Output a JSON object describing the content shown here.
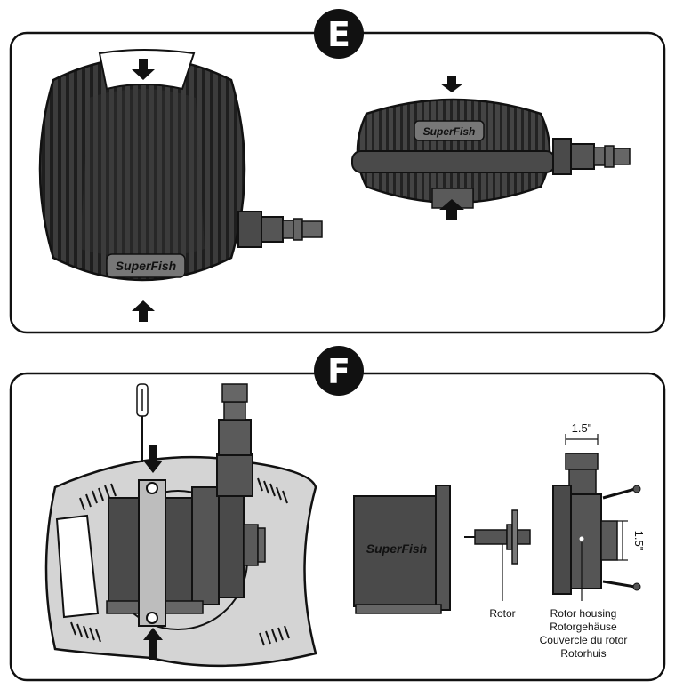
{
  "panel_e": {
    "badge": "E",
    "pump_top_logo": "SuperFish",
    "pump_side_logo": "SuperFish"
  },
  "panel_f": {
    "badge": "F",
    "pump_body_logo": "SuperFish",
    "dimension_width": "1.5\"",
    "dimension_height": "1.5\"",
    "rotor_label": "Rotor",
    "rotor_housing_labels": [
      "Rotor housing",
      "Rotorgehäuse",
      "Couvercle du rotor",
      "Rotorhuis"
    ]
  },
  "colors": {
    "pump_dark": "#3a3a3a",
    "pump_mid": "#5a5a5a",
    "panel_fill": "#d4d4d4",
    "outline": "#111111"
  }
}
